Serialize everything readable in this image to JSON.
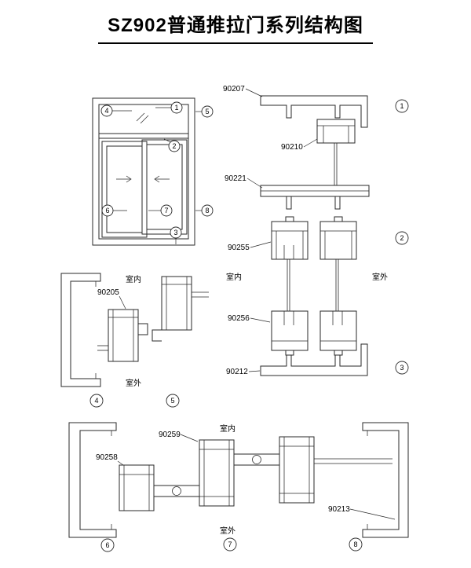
{
  "title": "SZ902普通推拉门系列结构图",
  "labels": {
    "indoor": "室内",
    "outdoor": "室外"
  },
  "parts": {
    "p90205": "90205",
    "p90207": "90207",
    "p90210": "90210",
    "p90212": "90212",
    "p90213": "90213",
    "p90221": "90221",
    "p90255": "90255",
    "p90256": "90256",
    "p90258": "90258",
    "p90259": "90259"
  },
  "callouts": {
    "n1": "1",
    "n2": "2",
    "n3": "3",
    "n4": "4",
    "n5": "5",
    "n6": "6",
    "n7": "7",
    "n8": "8"
  }
}
